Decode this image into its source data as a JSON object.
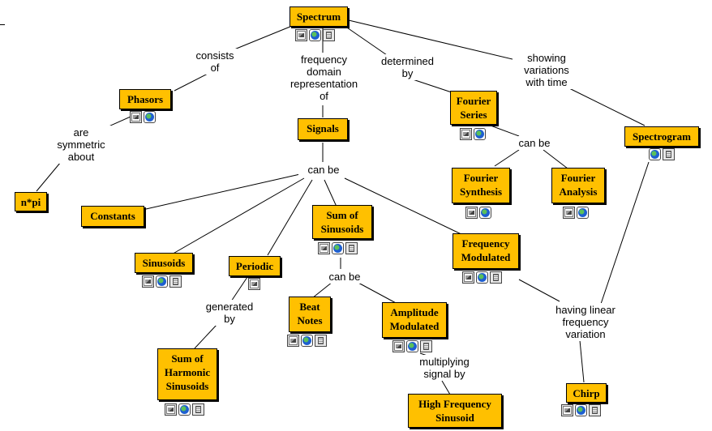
{
  "nodes": {
    "spectrum": "Spectrum",
    "phasors": "Phasors",
    "npi": "n*pi",
    "signals": "Signals",
    "fourier_series": "Fourier\nSeries",
    "spectrogram": "Spectrogram",
    "constants": "Constants",
    "sinusoids": "Sinusoids",
    "periodic": "Periodic",
    "sum_of_sinusoids": "Sum of\nSinusoids",
    "fourier_synthesis": "Fourier\nSynthesis",
    "fourier_analysis": "Fourier\nAnalysis",
    "frequency_modulated": "Frequency\nModulated",
    "beat_notes": "Beat\nNotes",
    "amplitude_modulated": "Amplitude\nModulated",
    "sum_harmonic": "Sum of\nHarmonic\nSinusoids",
    "high_freq_sinusoid": "High Frequency\nSinusoid",
    "chirp": "Chirp"
  },
  "links": {
    "consists_of": "consists\nof",
    "freq_domain_rep": "frequency\ndomain\nrepresentation\nof",
    "determined_by": "determined\nby",
    "showing_variations": "showing\nvariations\nwith time",
    "symmetric_about": "are\nsymmetric\nabout",
    "signals_can_be": "can be",
    "fourier_can_be": "can be",
    "sum_can_be": "can be",
    "generated_by": "generated\nby",
    "multiplying_signal": "multiplying\nsignal by",
    "having_linear": "having linear\nfrequency\nvariation"
  },
  "icon_names": [
    "image-icon",
    "globe-icon",
    "document-icon"
  ]
}
